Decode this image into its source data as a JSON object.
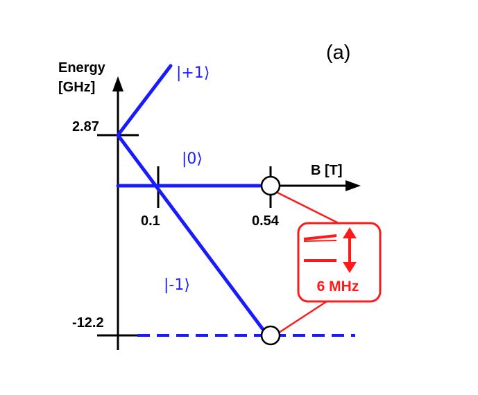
{
  "panel_label": "(a)",
  "axes": {
    "y_label_line1": "Energy",
    "y_label_line2": "[GHz]",
    "x_label": "B [T]",
    "y_ticks": [
      "2.87",
      "-12.2"
    ],
    "x_ticks": [
      "0.1",
      "0.54"
    ]
  },
  "states": {
    "plus_one": "|+1⟩",
    "zero": "|0⟩",
    "minus_one": "|-1⟩"
  },
  "callout": {
    "text": "6 MHz"
  },
  "colors": {
    "levels": "#1a1aff",
    "callout": "#ff1a1a",
    "axes": "#000000"
  }
}
